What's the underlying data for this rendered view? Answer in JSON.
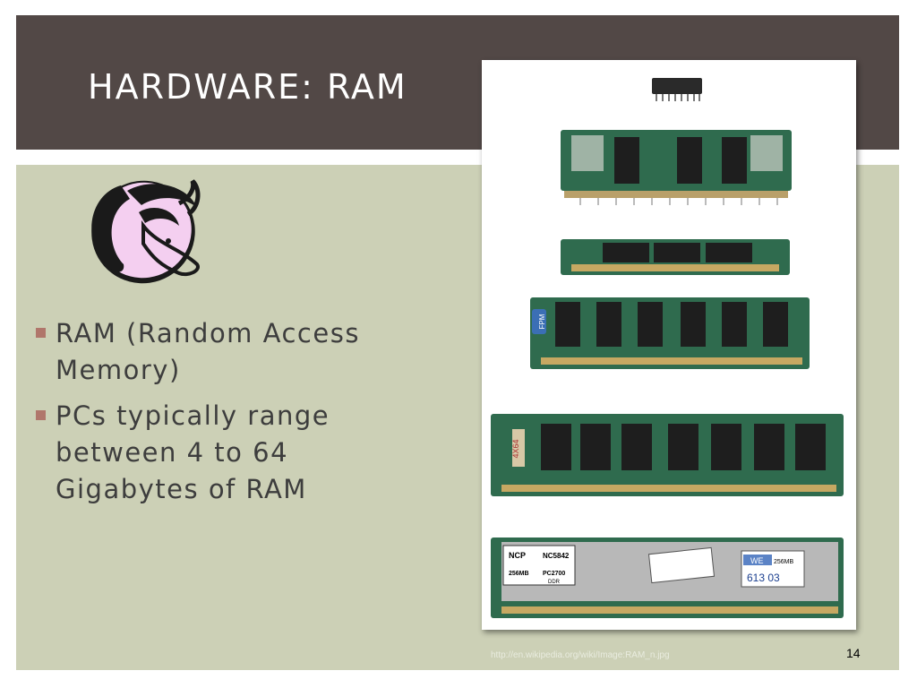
{
  "slide": {
    "title": "HARDWARE: RAM",
    "bullets": [
      "RAM (Random Access Memory)",
      "PCs typically range between 4 to 64 Gigabytes of RAM"
    ],
    "photo_caption": "http://en.wikipedia.org/wiki/Image:RAM_n.jpg",
    "slide_number": "14"
  },
  "photo_labels": {
    "fpm": "FPM",
    "module_4x64": "4X64",
    "ncp": "NCP",
    "part": "NC5842",
    "size": "256MB",
    "type": "PC2700",
    "ddr": "DDR",
    "we": "WE",
    "we_size": "256MB",
    "we_code": "613 03"
  },
  "colors": {
    "header": "#524846",
    "slide_background": "#ccd0b6",
    "bullet_marker": "#b0766b",
    "pcb_green": "#2f6b4e",
    "chip_black": "#1e1e1e"
  },
  "icons": {
    "logo": "ram-head-icon"
  }
}
